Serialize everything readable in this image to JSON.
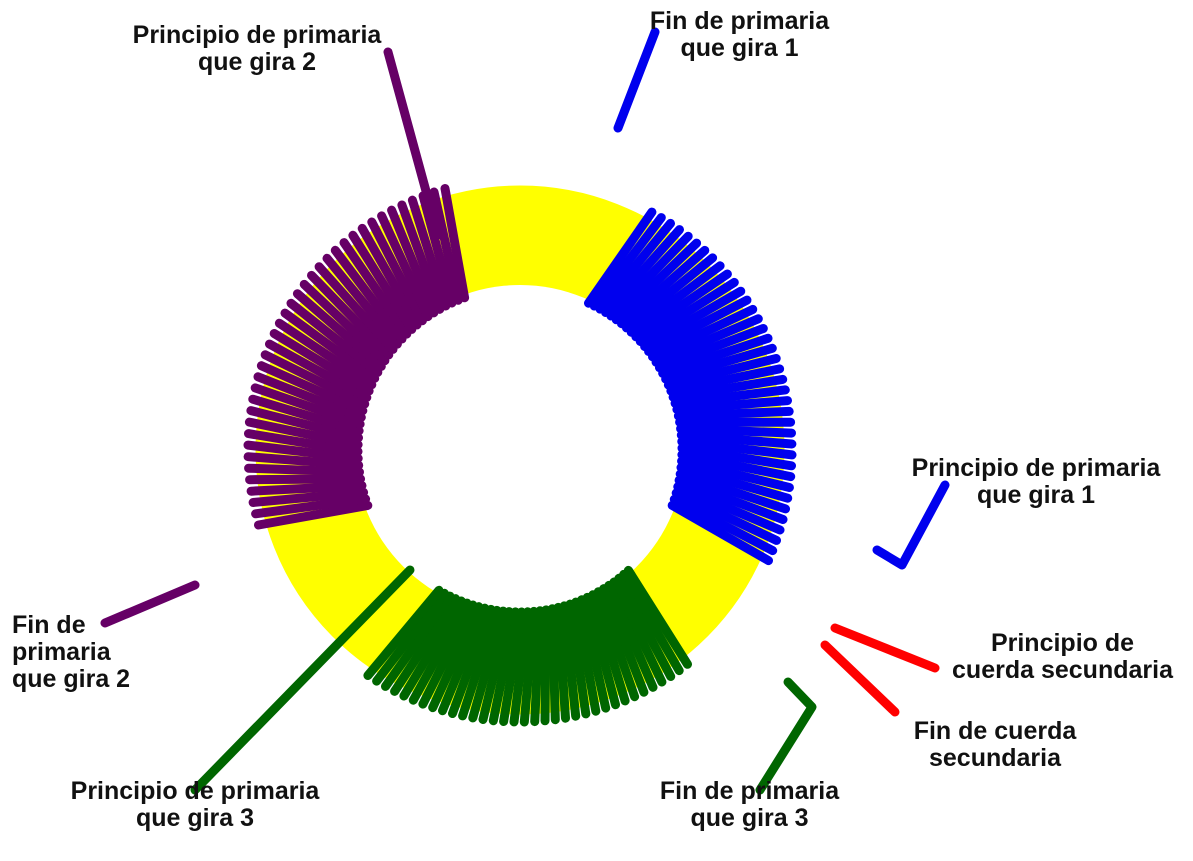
{
  "colors": {
    "background": "#ffffff",
    "core": "#ffff00",
    "winding_1": "#0000ee",
    "winding_2": "#660066",
    "winding_3": "#006600",
    "secondary": "#ff0000",
    "text": "#111111"
  },
  "windings": {
    "primary_1": {
      "color_key": "winding_1",
      "turns": 38
    },
    "primary_2": {
      "color_key": "winding_2",
      "turns": 38
    },
    "primary_3": {
      "color_key": "winding_3",
      "turns": 34
    },
    "secondary": {
      "color_key": "secondary"
    }
  },
  "labels": {
    "principio_p2": {
      "line1": "Principio de primaria",
      "line2": "que gira 2"
    },
    "fin_p1": {
      "line1": "Fin de primaria",
      "line2": "que gira 1"
    },
    "principio_p1": {
      "line1": "Principio de primaria",
      "line2": "que gira 1"
    },
    "principio_sec": {
      "line1": "Principio de",
      "line2": "cuerda secundaria"
    },
    "fin_sec": {
      "line1": "Fin de cuerda",
      "line2": "secundaria"
    },
    "fin_p2": {
      "line1": "Fin de",
      "line2": "primaria",
      "line3": "que gira 2"
    },
    "principio_p3": {
      "line1": "Principio de primaria",
      "line2": "que gira 3"
    },
    "fin_p3": {
      "line1": "Fin de primaria",
      "line2": "que gira 3"
    }
  }
}
